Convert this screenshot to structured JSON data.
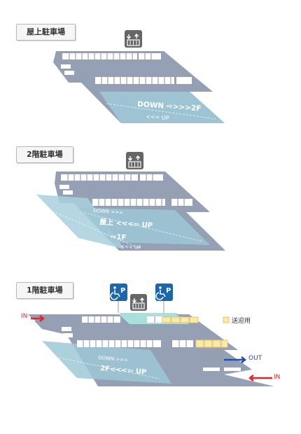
{
  "colors": {
    "floor": "#96a0b5",
    "floor_edge": "#8892a8",
    "ramp": "#9ec8d6",
    "stall": "#ffffff",
    "elevator": "#666666",
    "pickup_fill": "#fde9a8",
    "pickup_stroke": "#e6c670",
    "accessible": "#1b66ad",
    "accessible_zone": "#a8e0dc",
    "in_arrow": "#e6242b",
    "out_arrow": "#1f4fb0"
  },
  "floors": {
    "roof": {
      "title": "屋上駐車場",
      "ramp_main": "DOWN ⇨>>>2F",
      "ramp_sub": "<<< UP"
    },
    "second": {
      "title": "2階駐車場",
      "ramp_down": "DOWN >>>",
      "ramp_main": "屋上 <<<⇦ UP",
      "ramp_next": "⇨1F",
      "ramp_sub": "<<< UP"
    },
    "first": {
      "title": "1階駐車場",
      "ramp_down": "DOWN >>>",
      "ramp_main": "2F<<<⇦ UP",
      "legend_pickup": "送迎用",
      "in_left": "IN",
      "out_right": "OUT",
      "in_right": "IN"
    }
  },
  "icons": {
    "elevator": "elevator-icon",
    "accessible_parking": "accessible-parking-icon"
  },
  "accessible_letter": "P"
}
